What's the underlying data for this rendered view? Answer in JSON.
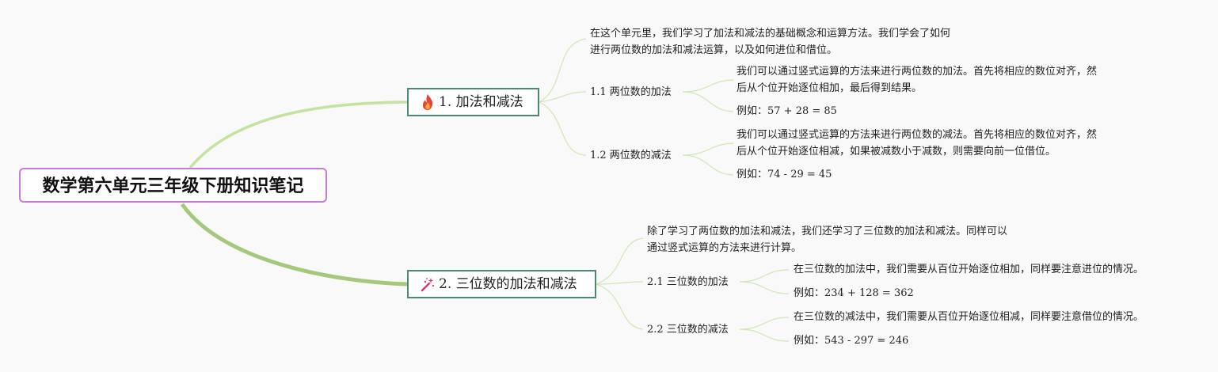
{
  "root": {
    "title": "数学第六单元三年级下册知识笔记"
  },
  "branches": [
    {
      "title": "1. 加法和减法",
      "icon": "fire-icon",
      "intro": {
        "line1": "在这个单元里，我们学习了加法和减法的基础概念和运算方法。我们学会了如何",
        "line2": "进行两位数的加法和减法运算，以及如何进位和借位。"
      },
      "subtopics": [
        {
          "title": "1.1 两位数的加法",
          "desc": {
            "line1": "我们可以通过竖式运算的方法来进行两位数的加法。首先将相应的数位对齐，然",
            "line2": "后从个位开始逐位相加，最后得到结果。"
          },
          "example": "例如：57 + 28 = 85"
        },
        {
          "title": "1.2 两位数的减法",
          "desc": {
            "line1": "我们可以通过竖式运算的方法来进行两位数的减法。首先将相应的数位对齐，然",
            "line2": "后从个位开始逐位相减，如果被减数小于减数，则需要向前一位借位。"
          },
          "example": "例如：74 - 29 = 45"
        }
      ]
    },
    {
      "title": "2. 三位数的加法和减法",
      "icon": "magic-wand-icon",
      "intro": {
        "line1": "除了学习了两位数的加法和减法，我们还学习了三位数的加法和减法。同样可以",
        "line2": "通过竖式运算的方法来进行计算。"
      },
      "subtopics": [
        {
          "title": "2.1 三位数的加法",
          "desc": {
            "line1": "在三位数的加法中，我们需要从百位开始逐位相加，同样要注意进位的情况。"
          },
          "example": "例如：234 + 128 = 362"
        },
        {
          "title": "2.2 三位数的减法",
          "desc": {
            "line1": "在三位数的减法中，我们需要从百位开始逐位相减，同样要注意借位的情况。"
          },
          "example": "例如：543 - 297 = 246"
        }
      ]
    }
  ],
  "colors": {
    "background": "#f9f9f9",
    "root_border": "#c77dd6",
    "branch_border": "#4b8a72",
    "main_connector_1": "#c5e3a0",
    "main_connector_2": "#a5c97c",
    "leaf_connector": "#cfe6b4",
    "icon_fire": "#e8442f",
    "icon_wand": "#e2306c"
  }
}
